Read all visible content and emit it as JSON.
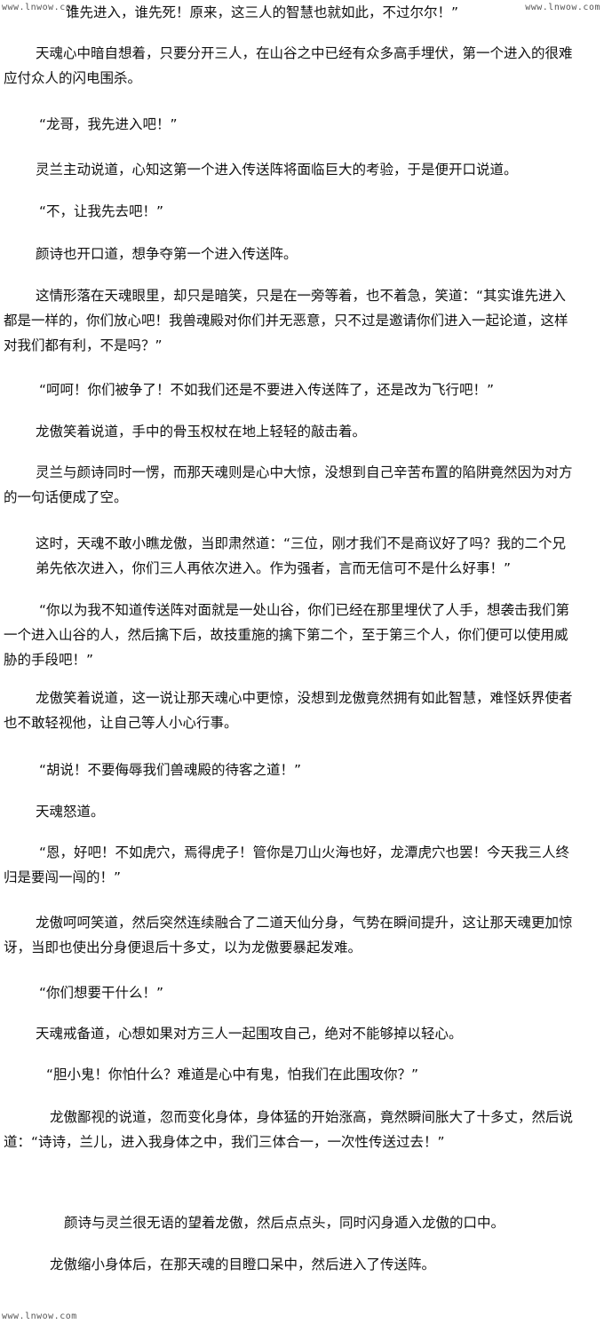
{
  "watermarks": {
    "top_left": "www.lnwow.com",
    "top_right": "www.lnwow.com",
    "bottom_left": "www.lnwow.com"
  },
  "paragraphs": [
    {
      "lines": [
        "谁先进入，谁先死！原来，这三人的智慧也就如此，不过尔尔！”"
      ]
    },
    {
      "lines": [
        "天魂心中暗自想着，只要分开三人，在山谷之中已经有众多高手埋伏，第一个进入的很难",
        "应付众人的闪电围杀。"
      ]
    },
    {
      "lines": [
        "“龙哥，我先进入吧！”"
      ]
    },
    {
      "lines": [
        "灵兰主动说道，心知这第一个进入传送阵将面临巨大的考验，于是便开口说道。"
      ]
    },
    {
      "lines": [
        "“不，让我先去吧！”"
      ]
    },
    {
      "lines": [
        "颜诗也开口道，想争夺第一个进入传送阵。"
      ]
    },
    {
      "lines": [
        "这情形落在天魂眼里，却只是暗笑，只是在一旁等着，也不着急，笑道：“其实谁先进入",
        "都是一样的，你们放心吧！我兽魂殿对你们并无恶意，只不过是邀请你们进入一起论道，这样",
        "对我们都有利，不是吗？”"
      ]
    },
    {
      "lines": [
        "“呵呵！你们被争了！不如我们还是不要进入传送阵了，还是改为飞行吧！”"
      ]
    },
    {
      "lines": [
        "龙傲笑着说道，手中的骨玉权杖在地上轻轻的敲击着。"
      ]
    },
    {
      "lines": [
        "灵兰与颜诗同时一愣，而那天魂则是心中大惊，没想到自己辛苦布置的陷阱竟然因为对方",
        "的一句话便成了空。"
      ]
    },
    {
      "lines": [
        "这时，天魂不敢小瞧龙傲，当即肃然道：“三位，刚才我们不是商议好了吗？我的二个兄",
        "弟先依次进入，你们三人再依次进入。作为强者，言而无信可不是什么好事！”"
      ]
    },
    {
      "lines": [
        "“你以为我不知道传送阵对面就是一处山谷，你们已经在那里埋伏了人手，想袭击我们第",
        "一个进入山谷的人，然后擒下后，故技重施的擒下第二个，至于第三个人，你们便可以使用威",
        "胁的手段吧！”"
      ]
    },
    {
      "lines": [
        "龙傲笑着说道，这一说让那天魂心中更惊，没想到龙傲竟然拥有如此智慧，难怪妖界使者",
        "也不敢轻视他，让自己等人小心行事。"
      ]
    },
    {
      "lines": [
        "“胡说！不要侮辱我们兽魂殿的待客之道！”"
      ]
    },
    {
      "lines": [
        "天魂怒道。"
      ]
    },
    {
      "lines": [
        "“恩，好吧！不如虎穴，焉得虎子！管你是刀山火海也好，龙潭虎穴也罢！今天我三人终",
        "归是要闯一闯的！”"
      ]
    },
    {
      "lines": [
        "龙傲呵呵笑道，然后突然连续融合了二道天仙分身，气势在瞬间提升，这让那天魂更加惊",
        "讶，当即也使出分身便退后十多丈，以为龙傲要暴起发难。"
      ]
    },
    {
      "lines": [
        "“你们想要干什么！”"
      ]
    },
    {
      "lines": [
        "天魂戒备道，心想如果对方三人一起围攻自己，绝对不能够掉以轻心。"
      ]
    },
    {
      "lines": [
        "“胆小鬼！你怕什么？难道是心中有鬼，怕我们在此围攻你？”"
      ]
    },
    {
      "lines": [
        "龙傲鄙视的说道，忽而变化身体，身体猛的开始涨高，竟然瞬间胀大了十多丈，然后说",
        "道：“诗诗，兰儿，进入我身体之中，我们三体合一，一次性传送过去！”"
      ]
    },
    {
      "lines": [
        "颜诗与灵兰很无语的望着龙傲，然后点点头，同时闪身遁入龙傲的口中。"
      ]
    },
    {
      "lines": [
        "龙傲缩小身体后，在那天魂的目瞪口呆中，然后进入了传送阵。"
      ]
    }
  ]
}
